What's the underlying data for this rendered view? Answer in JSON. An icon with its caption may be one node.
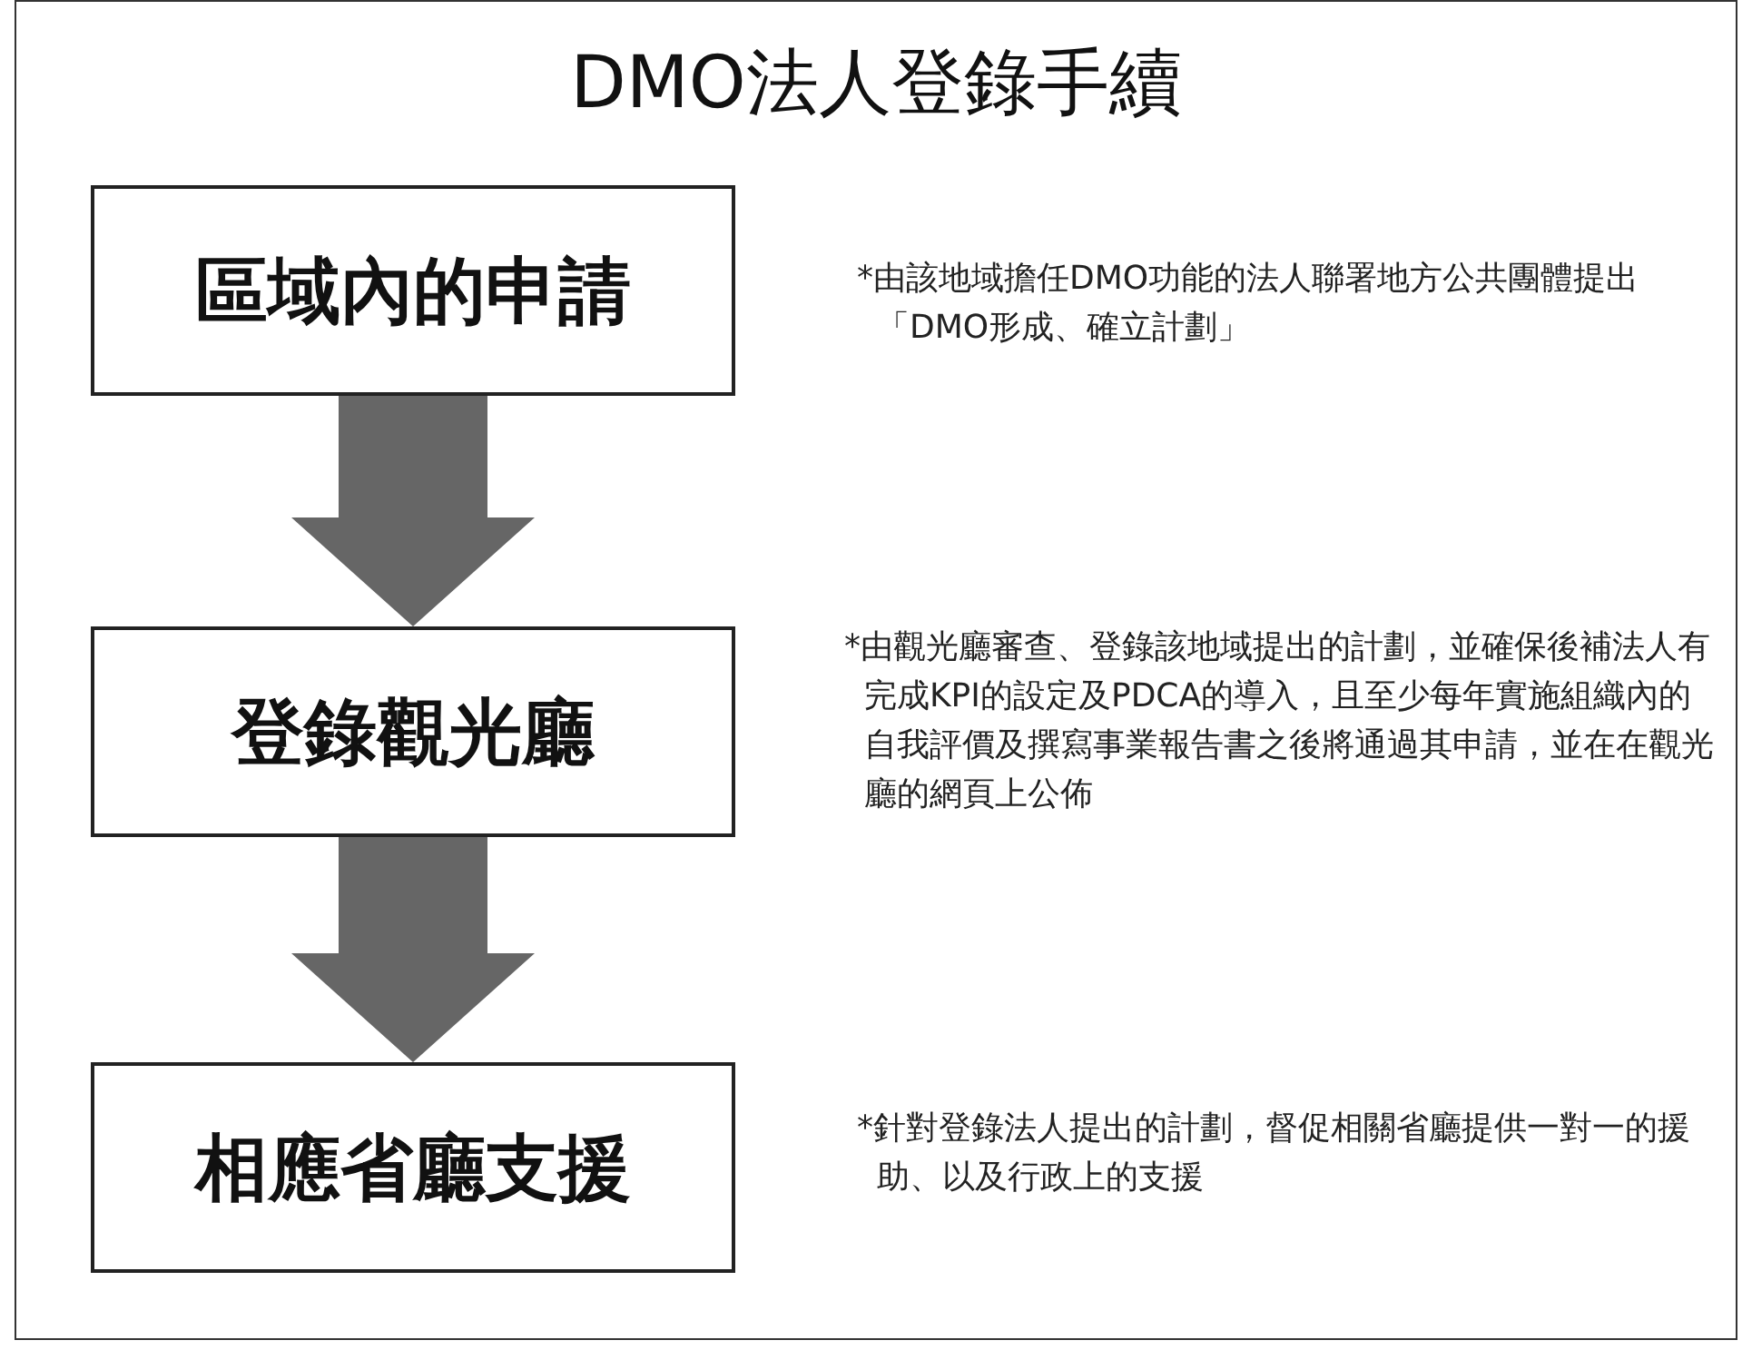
{
  "diagram": {
    "title": "DMO法人登錄手續",
    "nodes": [
      {
        "text": [
          "區域內的申請"
        ],
        "beside": [
          "*由該地域擔任DMO功能的法人聯署地方公共團體提出「DMO形成、確立計劃」"
        ]
      },
      {
        "text": [
          "登錄觀光廳"
        ],
        "beside": [
          "*由觀光廳審查、登錄該地域提出的計劃，並確保後補法人有完成KPI的設定及PDCA的導入，且至少每年實施組織內的自我評價及撰寫事業報告書之後將通過其申請，並在在觀光廳的網頁上公佈"
        ]
      },
      {
        "text": [
          "相應省廳支援"
        ],
        "beside": [
          "*針對登錄法人提出的計劃，督促相關省廳提供一對一的援助、以及行政上的支援"
        ]
      }
    ],
    "edges": [
      {
        "from": 0,
        "to": 1,
        "arrow": "to"
      },
      {
        "from": 1,
        "to": 2,
        "arrow": "to"
      }
    ]
  }
}
